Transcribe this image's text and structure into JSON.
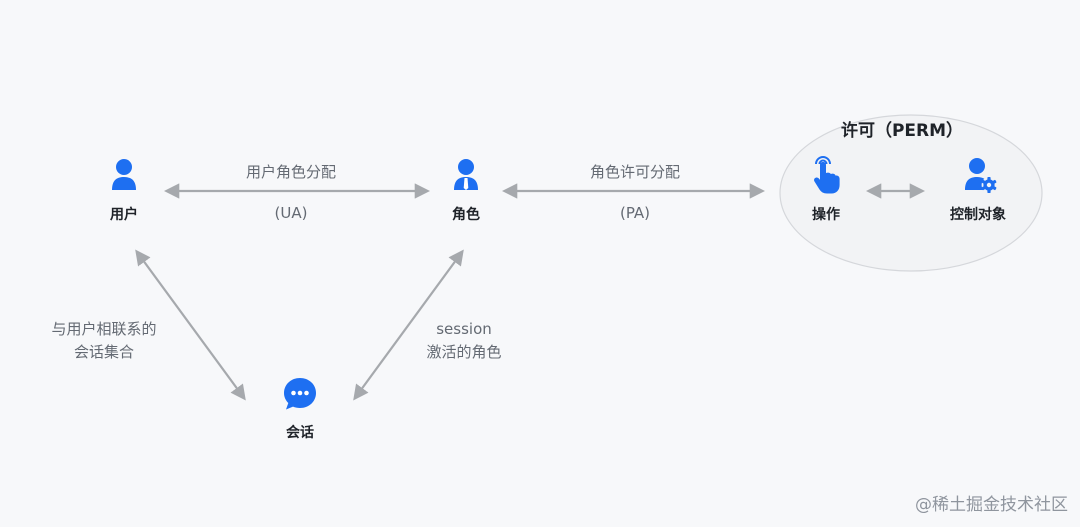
{
  "nodes": {
    "user": {
      "label": "用户",
      "icon": "user-icon"
    },
    "role": {
      "label": "角色",
      "icon": "role-user-tie-icon"
    },
    "session": {
      "label": "会话",
      "icon": "chat-bubble-icon"
    },
    "operation": {
      "label": "操作",
      "icon": "tap-hand-icon"
    },
    "object": {
      "label": "控制对象",
      "icon": "user-gear-icon"
    }
  },
  "permission_group": {
    "title": "许可（PERM）"
  },
  "edges": {
    "user_role": {
      "label": "用户角色分配",
      "sub": "(UA)"
    },
    "role_perm": {
      "label": "角色许可分配",
      "sub": "(PA)"
    },
    "user_session": {
      "line1": "与用户相联系的",
      "line2": "会话集合"
    },
    "session_role": {
      "line1": "session",
      "line2": "激活的角色"
    }
  },
  "watermark": "@稀土掘金技术社区",
  "colors": {
    "icon_blue": "#1e6ff1",
    "arrow_gray": "#a6a9ad",
    "ellipse_stroke": "#d5d7db"
  }
}
